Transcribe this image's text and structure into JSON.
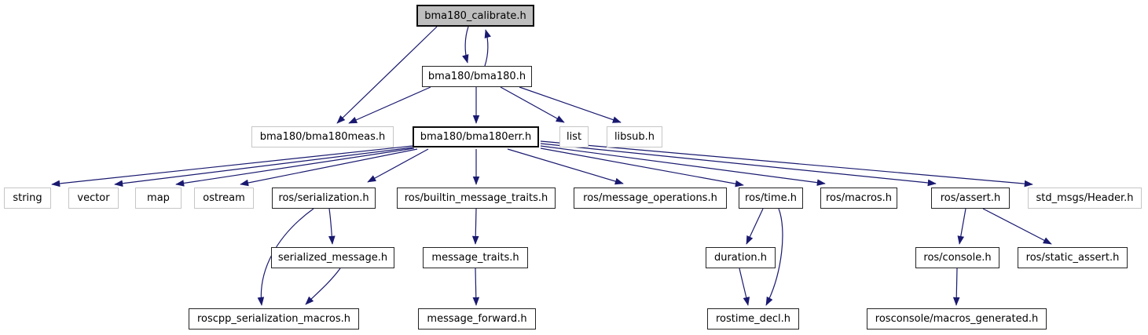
{
  "diagram": {
    "type": "include-dependency-graph",
    "root_file": "bma180_calibrate.h",
    "colors": {
      "edge": "#191970",
      "root_fill": "#bebebe",
      "node_fill": "#ffffff",
      "linked_border": "#242424",
      "plain_border": "#c6c6c6",
      "text": "#000000",
      "background": "#ffffff"
    },
    "nodes": [
      {
        "id": "bma180_calibrate",
        "label": "bma180_calibrate.h",
        "style": "root"
      },
      {
        "id": "bma180",
        "label": "bma180/bma180.h",
        "style": "linked"
      },
      {
        "id": "bma180meas",
        "label": "bma180/bma180meas.h",
        "style": "plain"
      },
      {
        "id": "bma180err",
        "label": "bma180/bma180err.h",
        "style": "bold"
      },
      {
        "id": "list",
        "label": "list",
        "style": "plain"
      },
      {
        "id": "libsub",
        "label": "libsub.h",
        "style": "plain"
      },
      {
        "id": "string",
        "label": "string",
        "style": "plain"
      },
      {
        "id": "vector",
        "label": "vector",
        "style": "plain"
      },
      {
        "id": "map",
        "label": "map",
        "style": "plain"
      },
      {
        "id": "ostream",
        "label": "ostream",
        "style": "plain"
      },
      {
        "id": "serialization",
        "label": "ros/serialization.h",
        "style": "linked"
      },
      {
        "id": "builtin_traits",
        "label": "ros/builtin_message_traits.h",
        "style": "linked"
      },
      {
        "id": "message_ops",
        "label": "ros/message_operations.h",
        "style": "linked"
      },
      {
        "id": "time",
        "label": "ros/time.h",
        "style": "linked"
      },
      {
        "id": "macros",
        "label": "ros/macros.h",
        "style": "linked"
      },
      {
        "id": "assert",
        "label": "ros/assert.h",
        "style": "linked"
      },
      {
        "id": "std_msgs_header",
        "label": "std_msgs/Header.h",
        "style": "plain"
      },
      {
        "id": "serialized_msg",
        "label": "serialized_message.h",
        "style": "linked"
      },
      {
        "id": "message_traits",
        "label": "message_traits.h",
        "style": "linked"
      },
      {
        "id": "duration",
        "label": "duration.h",
        "style": "linked"
      },
      {
        "id": "console",
        "label": "ros/console.h",
        "style": "linked"
      },
      {
        "id": "static_assert",
        "label": "ros/static_assert.h",
        "style": "linked"
      },
      {
        "id": "roscpp_ser_macros",
        "label": "roscpp_serialization_macros.h",
        "style": "linked"
      },
      {
        "id": "message_forward",
        "label": "message_forward.h",
        "style": "linked"
      },
      {
        "id": "rostime_decl",
        "label": "rostime_decl.h",
        "style": "linked"
      },
      {
        "id": "macros_generated",
        "label": "rosconsole/macros_generated.h",
        "style": "linked"
      }
    ],
    "edges": [
      {
        "from": "bma180_calibrate.h",
        "to": "bma180/bma180.h"
      },
      {
        "from": "bma180/bma180.h",
        "to": "bma180_calibrate.h"
      },
      {
        "from": "bma180_calibrate.h",
        "to": "bma180/bma180meas.h"
      },
      {
        "from": "bma180/bma180.h",
        "to": "bma180/bma180meas.h"
      },
      {
        "from": "bma180/bma180.h",
        "to": "bma180/bma180err.h"
      },
      {
        "from": "bma180/bma180.h",
        "to": "list"
      },
      {
        "from": "bma180/bma180.h",
        "to": "libsub.h"
      },
      {
        "from": "bma180/bma180err.h",
        "to": "string"
      },
      {
        "from": "bma180/bma180err.h",
        "to": "vector"
      },
      {
        "from": "bma180/bma180err.h",
        "to": "map"
      },
      {
        "from": "bma180/bma180err.h",
        "to": "ostream"
      },
      {
        "from": "bma180/bma180err.h",
        "to": "ros/serialization.h"
      },
      {
        "from": "bma180/bma180err.h",
        "to": "ros/builtin_message_traits.h"
      },
      {
        "from": "bma180/bma180err.h",
        "to": "ros/message_operations.h"
      },
      {
        "from": "bma180/bma180err.h",
        "to": "ros/time.h"
      },
      {
        "from": "bma180/bma180err.h",
        "to": "ros/macros.h"
      },
      {
        "from": "bma180/bma180err.h",
        "to": "ros/assert.h"
      },
      {
        "from": "bma180/bma180err.h",
        "to": "std_msgs/Header.h"
      },
      {
        "from": "ros/serialization.h",
        "to": "serialized_message.h"
      },
      {
        "from": "ros/serialization.h",
        "to": "roscpp_serialization_macros.h"
      },
      {
        "from": "serialized_message.h",
        "to": "roscpp_serialization_macros.h"
      },
      {
        "from": "ros/builtin_message_traits.h",
        "to": "message_traits.h"
      },
      {
        "from": "message_traits.h",
        "to": "message_forward.h"
      },
      {
        "from": "ros/time.h",
        "to": "duration.h"
      },
      {
        "from": "ros/time.h",
        "to": "rostime_decl.h"
      },
      {
        "from": "duration.h",
        "to": "rostime_decl.h"
      },
      {
        "from": "ros/assert.h",
        "to": "ros/console.h"
      },
      {
        "from": "ros/assert.h",
        "to": "ros/static_assert.h"
      },
      {
        "from": "ros/console.h",
        "to": "rosconsole/macros_generated.h"
      }
    ]
  }
}
